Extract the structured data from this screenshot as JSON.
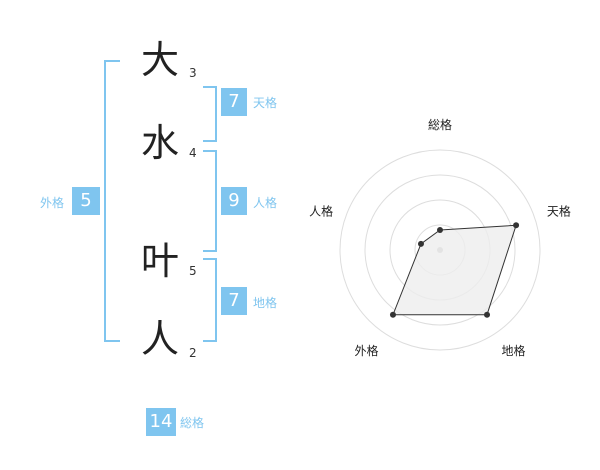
{
  "name": {
    "characters": [
      {
        "char": "大",
        "strokes": "3"
      },
      {
        "char": "水",
        "strokes": "4"
      },
      {
        "char": "叶",
        "strokes": "5"
      },
      {
        "char": "人",
        "strokes": "2"
      }
    ]
  },
  "scores": {
    "tenkaku": {
      "label": "天格",
      "value": "7"
    },
    "jinkaku": {
      "label": "人格",
      "value": "9"
    },
    "chikaku": {
      "label": "地格",
      "value": "7"
    },
    "gaikaku": {
      "label": "外格",
      "value": "5"
    },
    "soukaku": {
      "label": "総格",
      "value": "14"
    }
  },
  "colors": {
    "accent": "#7fc5ef",
    "text": "#222222",
    "radar_ring": "#dddddd",
    "radar_fill": "#eeeeee",
    "radar_stroke": "#333333"
  },
  "chart_data": {
    "type": "radar",
    "axes": [
      "総格",
      "天格",
      "地格",
      "外格",
      "人格"
    ],
    "values": [
      1,
      4,
      4,
      4,
      1
    ],
    "rmax": 5,
    "rings": 4
  }
}
